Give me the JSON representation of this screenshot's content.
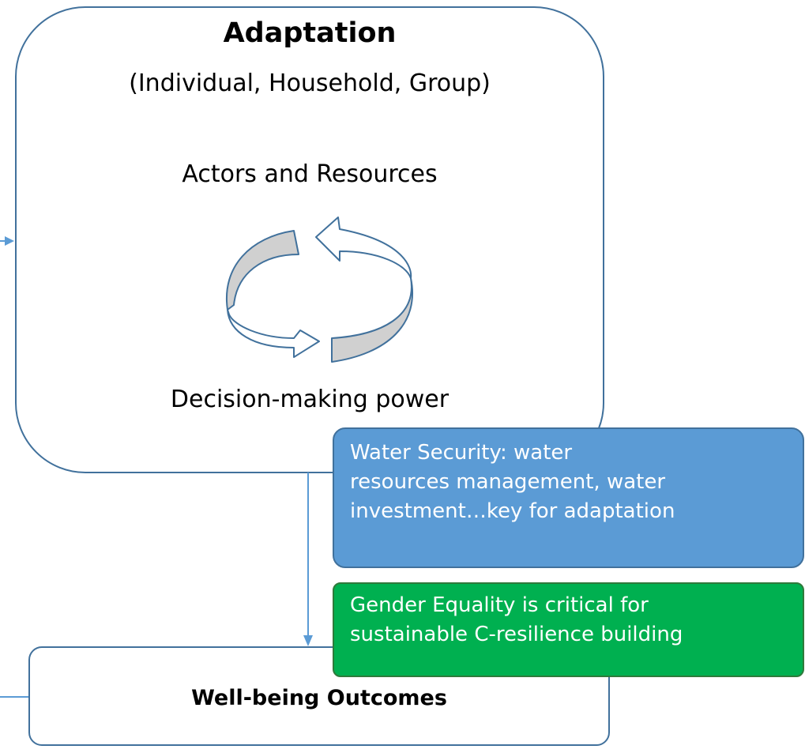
{
  "adaptation": {
    "title": "Adaptation",
    "subtitle": "(Individual, Household, Group)",
    "actors_label": "Actors and Resources",
    "decision_label": "Decision-making power"
  },
  "callouts": {
    "water_security": {
      "lines": [
        "Water Security: water",
        "resources management, water",
        "investment…key for adaptation"
      ]
    },
    "gender_equality": {
      "lines": [
        "Gender Equality is critical for",
        "sustainable C-resilience building"
      ]
    }
  },
  "outcomes": {
    "label": "Well-being Outcomes"
  },
  "colors": {
    "box_border": "#41719c",
    "arrow": "#5b9bd5",
    "water_callout": "#5b9bd5",
    "gender_callout": "#00b050",
    "cycle_fill": "#d0d0d0"
  }
}
